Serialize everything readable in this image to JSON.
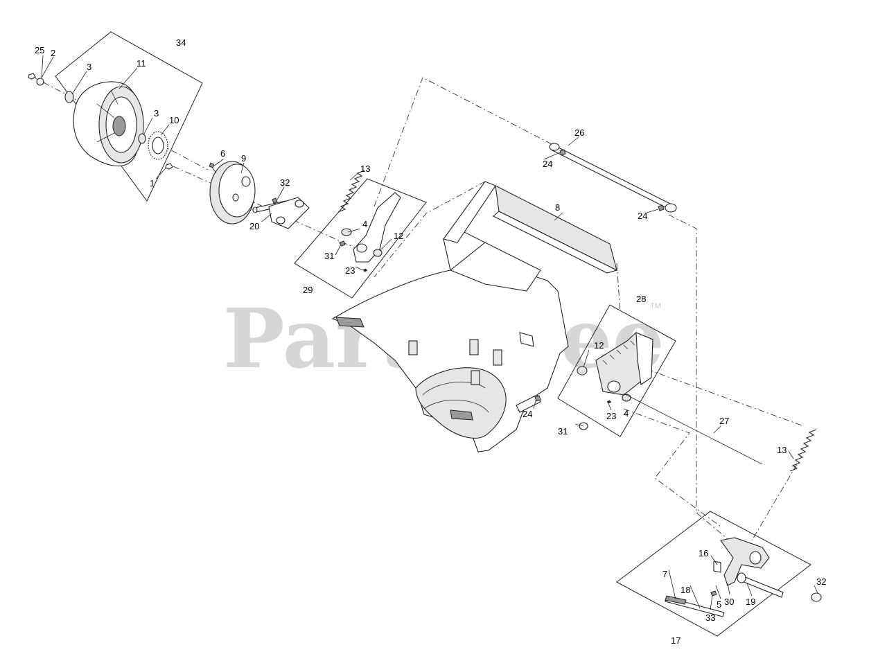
{
  "watermark": {
    "text": "PartsTree",
    "trademark": "TM"
  },
  "callouts": {
    "c25": "25",
    "c2": "2",
    "c34": "34",
    "c3a": "3",
    "c11": "11",
    "c3b": "3",
    "c10": "10",
    "c6": "6",
    "c9": "9",
    "c1": "1",
    "c32a": "32",
    "c20": "20",
    "c13a": "13",
    "c4a": "4",
    "c12a": "12",
    "c31a": "31",
    "c23a": "23",
    "c29": "29",
    "c26": "26",
    "c24a": "24",
    "c24b": "24",
    "c8": "8",
    "c28": "28",
    "c12b": "12",
    "c23b": "23",
    "c4b": "4",
    "c24c": "24",
    "c31b": "31",
    "c27": "27",
    "c13b": "13",
    "c16": "16",
    "c7": "7",
    "c18": "18",
    "c5": "5",
    "c30": "30",
    "c19": "19",
    "c32b": "32",
    "c33": "33",
    "c17": "17"
  },
  "colors": {
    "line": "#222222",
    "watermark": "#c8c8c8",
    "background": "#ffffff"
  }
}
